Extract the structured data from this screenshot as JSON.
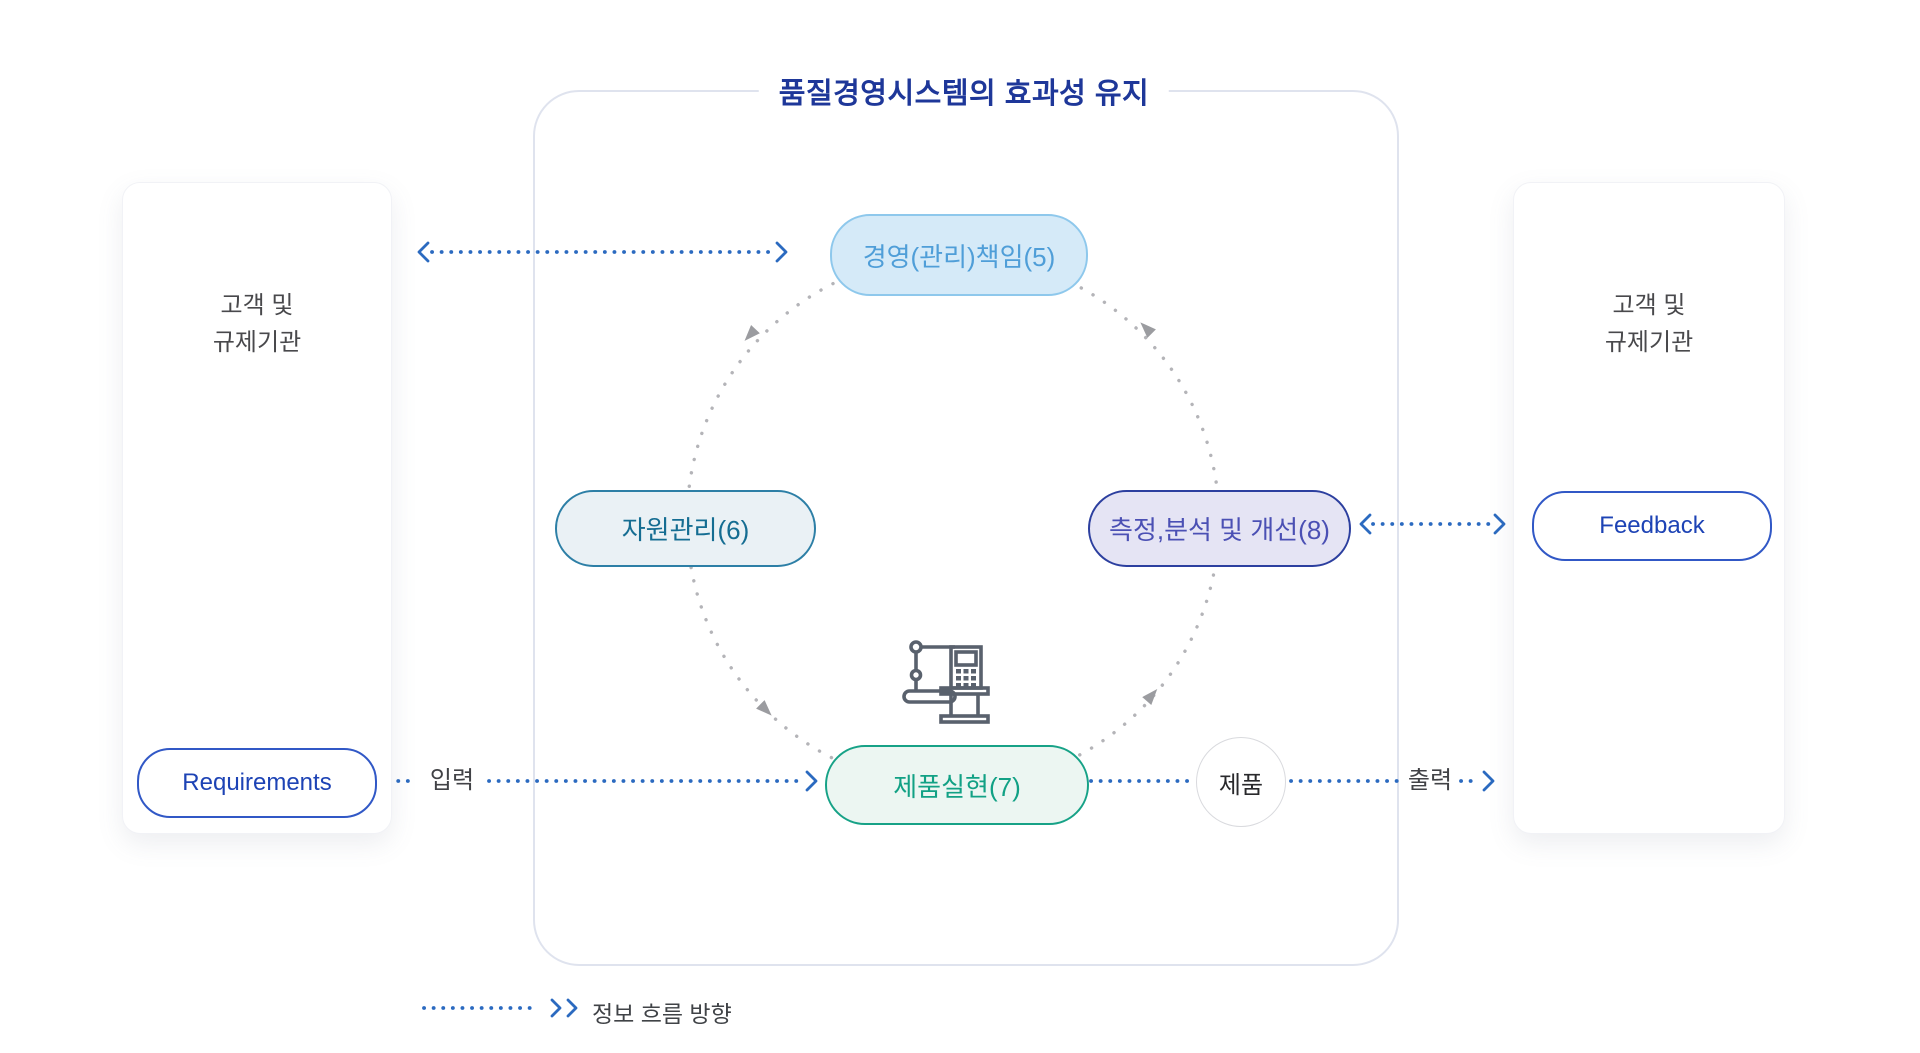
{
  "title": "품질경영시스템의 효과성 유지",
  "left_panel": {
    "line1": "고객 및",
    "line2": "규제기관",
    "button_label": "Requirements"
  },
  "right_panel": {
    "line1": "고객 및",
    "line2": "규제기관",
    "button_label": "Feedback"
  },
  "cycle": {
    "top": "경영(관리)책임(5)",
    "left": "자원관리(6)",
    "right": "측정,분석 및 개선(8)",
    "bottom": "제품실현(7)",
    "direction": "counterclockwise"
  },
  "flow": {
    "input_label": "입력",
    "output_label": "출력",
    "product_label": "제품"
  },
  "legend": {
    "label": "정보 흐름 방향"
  },
  "icons": {
    "machine": "robot-arm-machine-icon",
    "flow_arrow": "dotted-arrow"
  },
  "colors": {
    "title_navy": "#1e3799",
    "flow_blue": "#2b6ac0",
    "cycle_dot_gray": "#b4b4b8",
    "arrowhead_gray": "#9b9ca0",
    "pill_top_bg": "#d5eaf8",
    "pill_top_border": "#8ec8ec",
    "pill_top_text": "#4f9ed8",
    "pill_left_bg": "#eaf1f5",
    "pill_left_border": "#2d7fa6",
    "pill_left_text": "#156d92",
    "pill_right_bg": "#e5e4f4",
    "pill_right_border": "#2c3f9f",
    "pill_right_text": "#4b50b4",
    "pill_bottom_bg": "#ecf6f2",
    "pill_bottom_border": "#17a287",
    "pill_bottom_text": "#12a185",
    "button_border": "#3158c6",
    "button_text": "#1d43b5",
    "body_text": "#49494c",
    "boundary_border": "#dfe3ee",
    "icon_gray": "#59616d"
  }
}
